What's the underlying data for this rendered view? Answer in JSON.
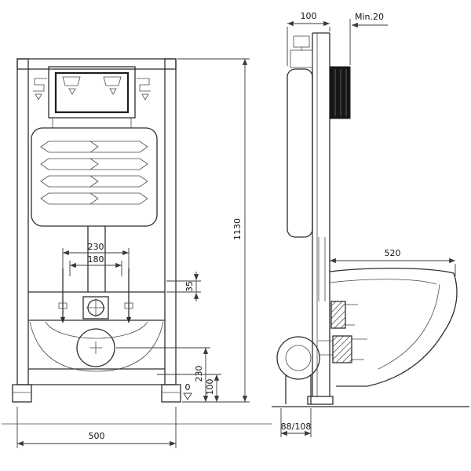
{
  "colors": {
    "line": "#2e2e2e",
    "dimension": "#3a3a3a",
    "text": "#141414",
    "background": "#ffffff",
    "plate_fill": "#161616"
  },
  "front_view": {
    "fixing_spacing_outer": "230",
    "fixing_spacing_inner": "180",
    "bracket_height": "35",
    "outlet_center_height": "230",
    "lower_height": "100",
    "floor_datum": "0",
    "overall_height": "1130",
    "base_width": "500"
  },
  "side_view": {
    "frame_depth": "100",
    "min_panel": "Min.20",
    "bowl_projection": "520",
    "outlet_distance": "88/108"
  }
}
